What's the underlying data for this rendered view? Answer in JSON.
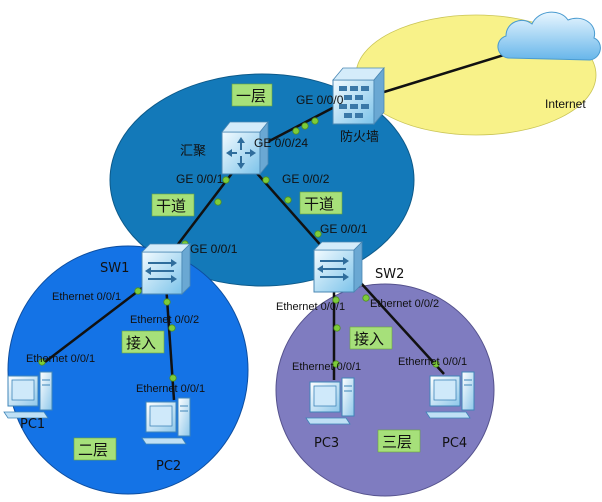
{
  "regions": {
    "core_layer": "一层",
    "distribution_layer": "二层",
    "access_layer": "三层"
  },
  "link_tags": {
    "trunk_left": "干道",
    "trunk_right": "干道",
    "access_left": "接入",
    "access_right": "接入"
  },
  "devices": {
    "internet": "Internet",
    "firewall": "防火墙",
    "core_switch": "汇聚",
    "sw1": "SW1",
    "sw2": "SW2",
    "pc1": "PC1",
    "pc2": "PC2",
    "pc3": "PC3",
    "pc4": "PC4"
  },
  "ports": {
    "firewall_ge000": "GE 0/0/0",
    "core_ge0024": "GE 0/0/24",
    "core_ge001": "GE 0/0/1",
    "core_ge002": "GE 0/0/2",
    "sw1_ge001": "GE 0/0/1",
    "sw2_ge001": "GE 0/0/1",
    "sw1_eth001": "Ethernet 0/0/1",
    "sw1_eth002": "Ethernet 0/0/2",
    "pc1_eth001": "Ethernet 0/0/1",
    "pc2_eth001": "Ethernet 0/0/1",
    "sw2_eth001": "Ethernet 0/0/1",
    "sw2_eth002": "Ethernet 0/0/2",
    "pc3_eth001": "Ethernet 0/0/1",
    "pc4_eth001": "Ethernet 0/0/1"
  },
  "colors": {
    "core_region": "#1379b9",
    "left_region": "#1473e6",
    "right_region": "#7f7cc0",
    "internet_region": "#f8f289",
    "link_dot": "#7dcc3a",
    "tag_fill": "#a6e07a"
  }
}
